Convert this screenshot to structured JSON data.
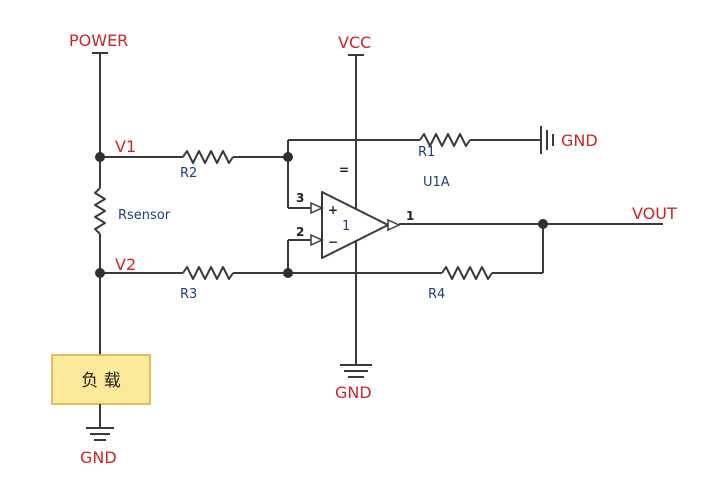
{
  "colors": {
    "net_label": "#c62828",
    "ref_label": "#1f3f7a",
    "wire": "#3a3a3a",
    "load_fill": "#fbe99a",
    "load_border": "#e0a93a"
  },
  "nets": {
    "power": "POWER",
    "vcc": "VCC",
    "v1": "V1",
    "v2": "V2",
    "vout": "VOUT",
    "gnd_r1": "GND",
    "gnd_opamp": "GND",
    "gnd_load": "GND"
  },
  "components": {
    "r1": "R1",
    "r2": "R2",
    "r3": "R3",
    "r4": "R4",
    "rsensor": "Rsensor",
    "opamp": "U1A",
    "opamp_unit": "1",
    "load": "负 载"
  },
  "pins": {
    "noninverting": "3",
    "inverting": "2",
    "output": "1",
    "plus": "+",
    "minus": "−",
    "supply_mark": "="
  },
  "icons": {
    "ground": "ground-icon",
    "resistor": "resistor-icon",
    "opamp": "opamp-icon"
  }
}
